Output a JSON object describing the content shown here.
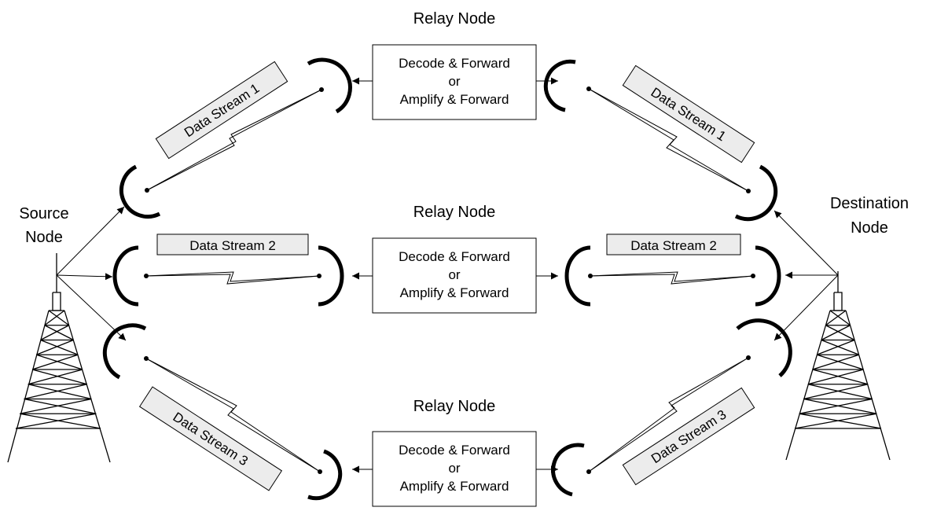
{
  "source": {
    "label_line1": "Source",
    "label_line2": "Node"
  },
  "destination": {
    "label_line1": "Destination",
    "label_line2": "Node"
  },
  "relays": [
    {
      "title": "Relay Node",
      "line1": "Decode & Forward",
      "line2": "or",
      "line3": "Amplify & Forward"
    },
    {
      "title": "Relay Node",
      "line1": "Decode & Forward",
      "line2": "or",
      "line3": "Amplify & Forward"
    },
    {
      "title": "Relay Node",
      "line1": "Decode & Forward",
      "line2": "or",
      "line3": "Amplify & Forward"
    }
  ],
  "streams": {
    "s1": "Data Stream 1",
    "s2": "Data Stream 2",
    "s3": "Data Stream 3"
  },
  "colors": {
    "line": "#000000",
    "label_fill": "#ececec",
    "box_fill": "#ffffff"
  },
  "icons": [
    "tower-icon",
    "dish-antenna-icon",
    "lightning-link-icon",
    "arrow-icon"
  ]
}
